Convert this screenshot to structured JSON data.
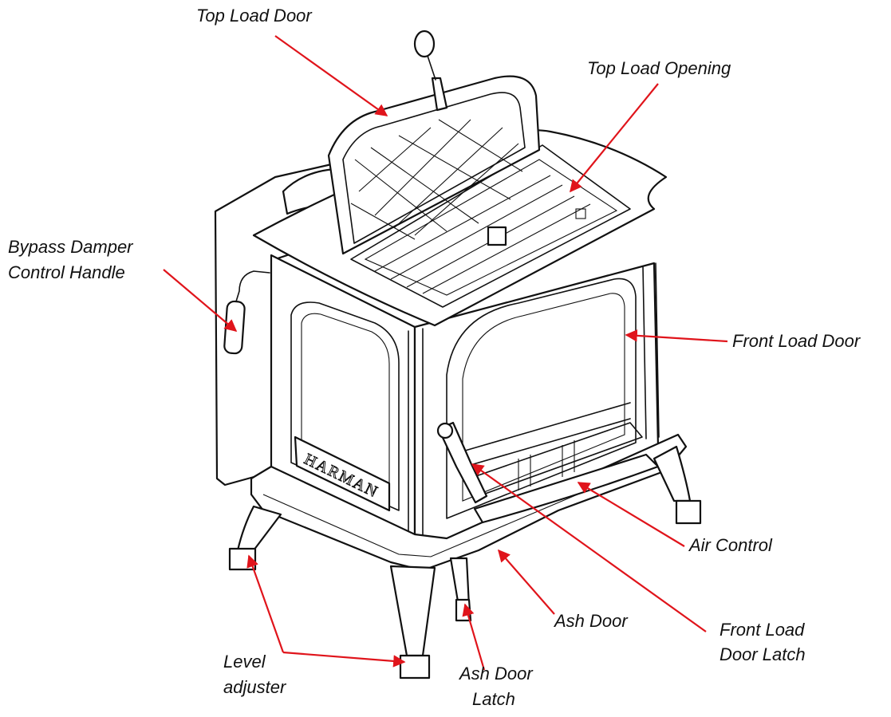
{
  "diagram": {
    "brand_mark": "HARMAN",
    "labels": {
      "top_load_door": "Top Load Door",
      "top_load_opening": "Top Load Opening",
      "bypass_line1": "Bypass Damper",
      "bypass_line2": "Control Handle",
      "front_load_door": "Front Load Door",
      "air_control": "Air Control",
      "front_latch_line1": "Front Load",
      "front_latch_line2": "Door Latch",
      "ash_door": "Ash Door",
      "ash_latch_line1": "Ash Door",
      "ash_latch_line2": "Latch",
      "level_line1": "Level",
      "level_line2": "adjuster"
    },
    "leader_color": "#e0141b",
    "line_color": "#111111"
  }
}
